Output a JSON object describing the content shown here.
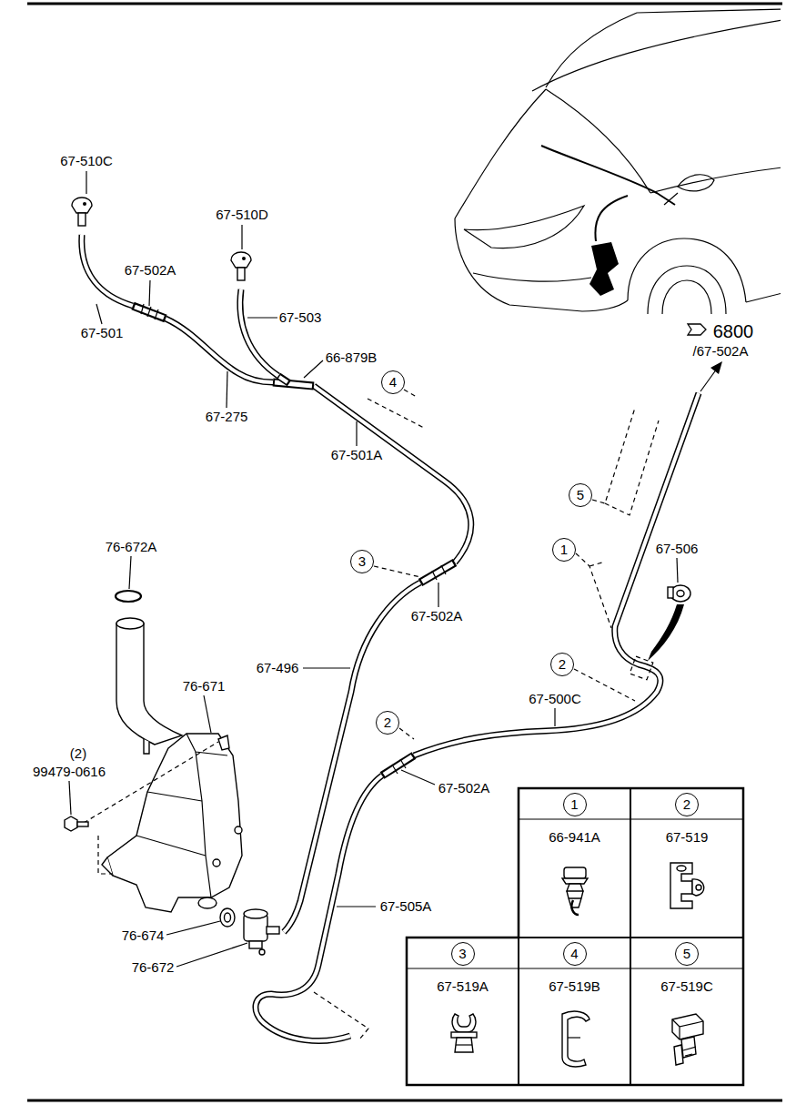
{
  "diagram": {
    "nodes": [
      {
        "text": [
          "4"
        ]
      },
      {
        "text": [
          "5"
        ]
      },
      {
        "text": [
          "1"
        ]
      },
      {
        "text": [
          "3"
        ]
      },
      {
        "text": [
          "2"
        ]
      },
      {
        "text": [
          "2"
        ]
      },
      {
        "text": [
          "66-941A"
        ]
      },
      {
        "text": [
          "1"
        ],
        "in": 6
      },
      {
        "text": [
          "67-519"
        ]
      },
      {
        "text": [
          "2"
        ],
        "in": 8
      },
      {
        "text": [
          "67-519A"
        ]
      },
      {
        "text": [
          "3"
        ],
        "in": 10
      },
      {
        "text": [
          "67-519B"
        ]
      },
      {
        "text": [
          "4"
        ],
        "in": 12
      },
      {
        "text": [
          "67-519C"
        ]
      },
      {
        "text": [
          "5"
        ],
        "in": 14
      }
    ],
    "labels": [
      "67-510C",
      "67-502A",
      "67-510D",
      "67-501",
      "67-503",
      "66-879B",
      "67-275",
      "67-501A",
      "6800",
      "/67-502A",
      "67-506",
      "76-672A",
      "76-671",
      "(2)",
      "99479-0616",
      "67-496",
      "67-502A",
      "67-500C",
      "67-502A",
      "67-505A",
      "76-674",
      "76-672"
    ]
  }
}
